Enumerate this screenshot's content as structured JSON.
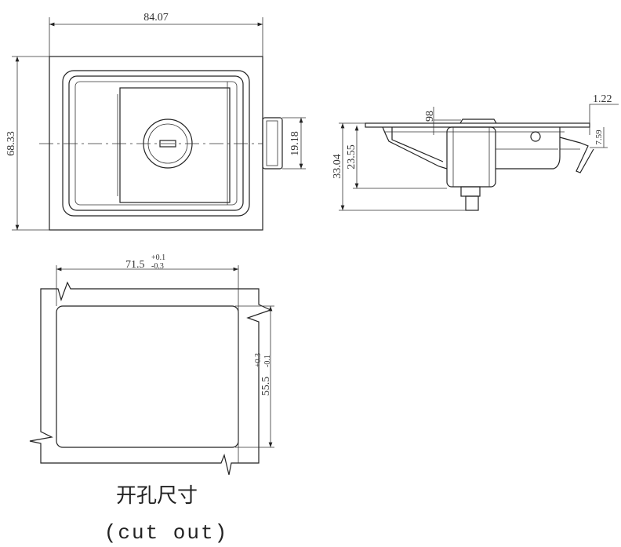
{
  "front_view": {
    "width_dim": "84.07",
    "height_dim": "68.33",
    "tab_dim": "19.18"
  },
  "side_view": {
    "small_dim": "98",
    "plate_dim": "1.22",
    "offset_dim": "7.59",
    "total_depth_dim": "33.04",
    "body_depth_dim": "23.55"
  },
  "cutout_view": {
    "width_dim": "71.5",
    "width_tol_upper": "+0.1",
    "width_tol_lower": "-0.3",
    "height_dim": "55.5",
    "height_tol_upper": "+0.3",
    "height_tol_lower": "-0.1",
    "caption_cn": "开孔尺寸",
    "caption_en": "(cut out)"
  }
}
